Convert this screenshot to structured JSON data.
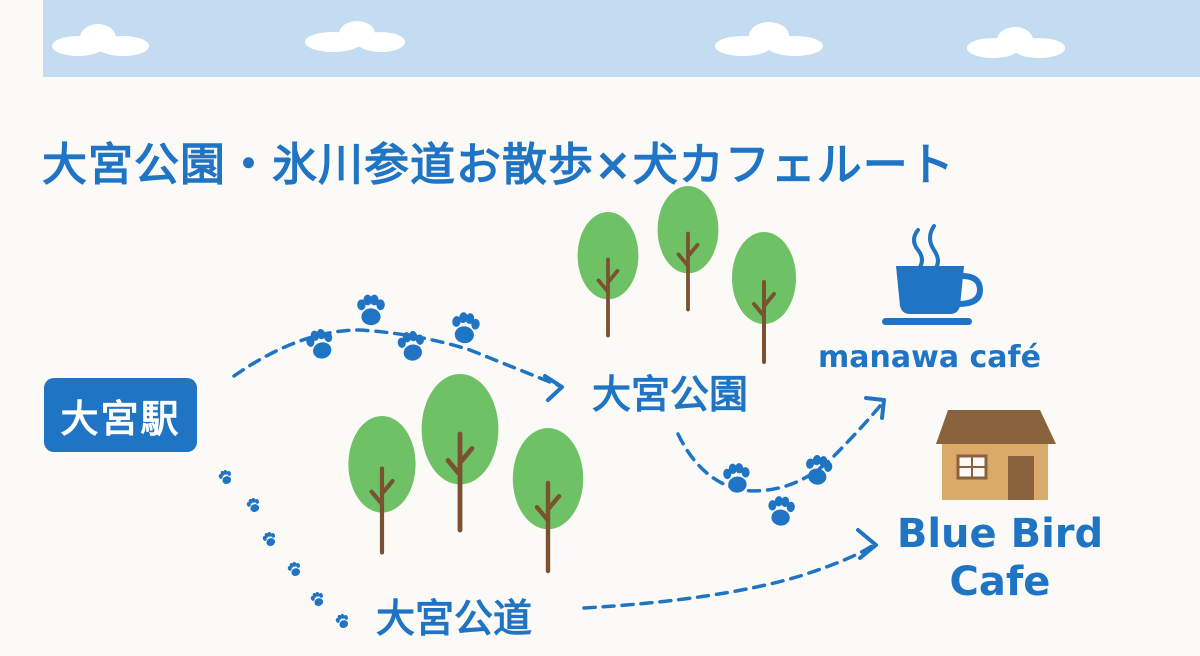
{
  "title": "大宮公園・氷川参道お散歩×犬カフェルート",
  "stations": {
    "start": "大宮駅"
  },
  "places": {
    "park": "大宮公園",
    "road": "大宮公道",
    "manawa": "manawa café",
    "bluebird": "Blue Bird Cafe"
  },
  "icons": {
    "paw": "paw-print-icon",
    "tree": "tree-icon",
    "coffee": "coffee-cup-icon",
    "house": "house-icon"
  },
  "colors": {
    "accent": "#1f74c4",
    "sky": "#c3dcf1",
    "tree_leaf": "#6fc166",
    "tree_trunk": "#7a5232",
    "house_roof": "#8a623e",
    "house_wall": "#d9aa6a",
    "background": "#fbfaf6"
  }
}
